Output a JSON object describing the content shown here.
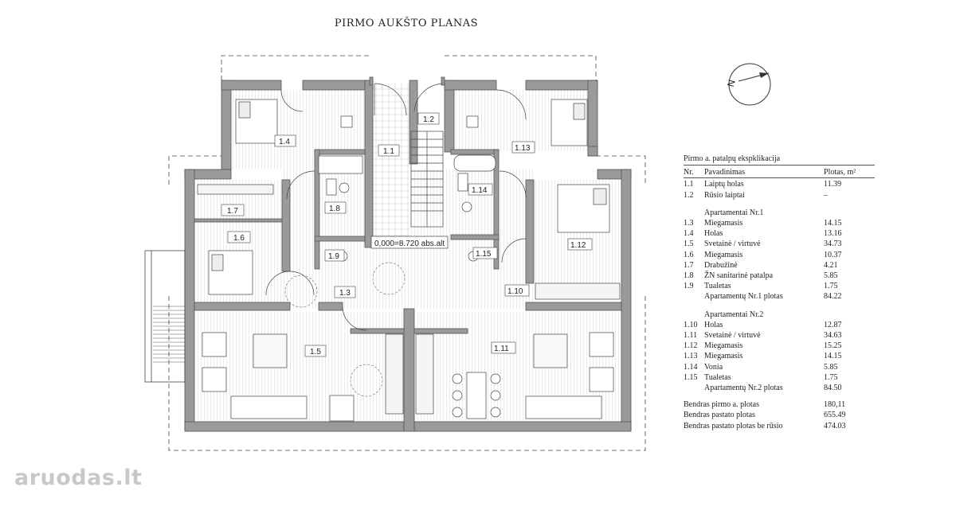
{
  "title": "PIRMO AUKŠTO PLANAS",
  "level_mark": "0,000=8.720 abs.alt",
  "compass_letter": "N",
  "rooms": [
    {
      "id": "1.1"
    },
    {
      "id": "1.2"
    },
    {
      "id": "1.3"
    },
    {
      "id": "1.4"
    },
    {
      "id": "1.5"
    },
    {
      "id": "1.6"
    },
    {
      "id": "1.7"
    },
    {
      "id": "1.8"
    },
    {
      "id": "1.9"
    },
    {
      "id": "1.10"
    },
    {
      "id": "1.11"
    },
    {
      "id": "1.12"
    },
    {
      "id": "1.13"
    },
    {
      "id": "1.14"
    },
    {
      "id": "1.15"
    }
  ],
  "legend": {
    "title": "Pirmo a. patalpų ekspklikacija",
    "headers": {
      "nr": "Nr.",
      "name": "Pavadinimas",
      "area": "Plotas, m²"
    },
    "common": [
      {
        "nr": "1.1",
        "name": "Laiptų holas",
        "area": "11.39"
      },
      {
        "nr": "1.2",
        "name": "Rūsio laiptai",
        "area": "–"
      }
    ],
    "apt1": {
      "title": "Apartamentai Nr.1",
      "rows": [
        {
          "nr": "1.3",
          "name": "Miegamasis",
          "area": "14.15"
        },
        {
          "nr": "1.4",
          "name": "Holas",
          "area": "13.16"
        },
        {
          "nr": "1.5",
          "name": "Svetainė / virtuvė",
          "area": "34.73"
        },
        {
          "nr": "1.6",
          "name": "Miegamasis",
          "area": "10.37"
        },
        {
          "nr": "1.7",
          "name": "Drabužinė",
          "area": "4.21"
        },
        {
          "nr": "1.8",
          "name": "ŽN sanitarinė patalpa",
          "area": "5.85"
        },
        {
          "nr": "1.9",
          "name": "Tualetas",
          "area": "1.75"
        }
      ],
      "total_label": "Apartamentų Nr.1 plotas",
      "total": "84.22"
    },
    "apt2": {
      "title": "Apartamentai Nr.2",
      "rows": [
        {
          "nr": "1.10",
          "name": "Holas",
          "area": "12.87"
        },
        {
          "nr": "1.11",
          "name": "Svetainė / virtuvė",
          "area": "34.63"
        },
        {
          "nr": "1.12",
          "name": "Miegamasis",
          "area": "15.25"
        },
        {
          "nr": "1.13",
          "name": "Miegamasis",
          "area": "14.15"
        },
        {
          "nr": "1.14",
          "name": "Vonia",
          "area": "5.85"
        },
        {
          "nr": "1.15",
          "name": "Tualetas",
          "area": "1.75"
        }
      ],
      "total_label": "Apartamentų Nr.2 plotas",
      "total": "84.50"
    },
    "totals": [
      {
        "label": "Bendras pirmo a. plotas",
        "value": "180,11"
      },
      {
        "label": "Bendras pastato plotas",
        "value": "655.49"
      },
      {
        "label": "Bendras pastato plotas be rūsio",
        "value": "474.03"
      }
    ]
  },
  "watermark": {
    "text": "aruodas",
    "suffix": ".lt"
  },
  "colors": {
    "wall": "#9a9a9a",
    "line": "#333333",
    "floor": "#e6e6e6"
  }
}
